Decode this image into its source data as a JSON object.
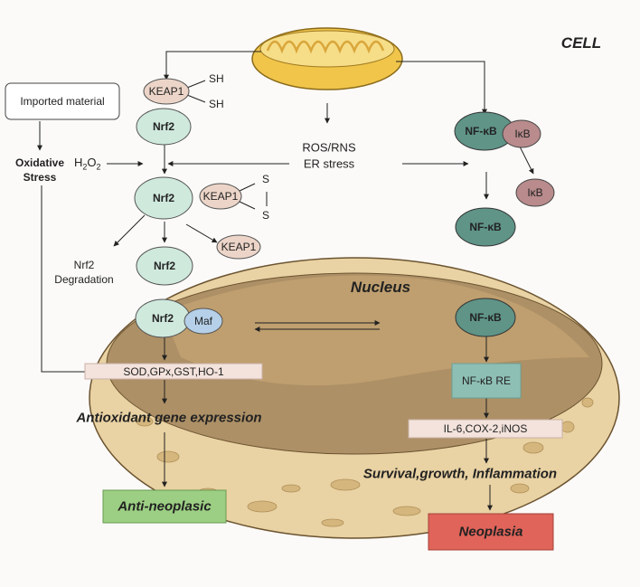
{
  "title": "CELL",
  "nucleus_title": "Nucleus",
  "left": {
    "imported_material": "Imported material",
    "oxidative_stress": "Oxidative Stress",
    "h2o2_base": "H",
    "h2o2_sub1": "2",
    "h2o2_mid": "O",
    "h2o2_sub2": "2",
    "keap1": "KEAP1",
    "sh_1": "SH",
    "sh_2": "SH",
    "s_1": "S",
    "s_2": "S",
    "nrf2": "Nrf2",
    "nrf2_degradation": "Nrf2 Degradation",
    "maf": "Maf",
    "target_genes": "SOD,GPx,GST,HO-1",
    "antioxidant_gene_expression": "Antioxidant gene expression",
    "anti_neoplasic": "Anti-neoplasic"
  },
  "center": {
    "ros_rns": "ROS/RNS",
    "er_stress": "ER stress"
  },
  "right": {
    "nfkb": "NF-κB",
    "ikb": "IκB",
    "nfkb_re": "NF-κB RE",
    "target_genes": "IL-6,COX-2,iNOS",
    "survival": "Survival,growth, Inflammation",
    "neoplasia": "Neoplasia"
  },
  "colors": {
    "nrf2_fill": "#cfe9dd",
    "keap1_fill": "#ecd5c8",
    "nfkb_fill": "#5f9487",
    "ikb_fill": "#b98b8c",
    "maf_fill": "#b5d0e8",
    "nucleus_outer": "#e9d2a3",
    "nucleus_inner": "#ad9066",
    "anti_neoplasic_fill": "#9ccf83",
    "neoplasia_fill": "#e0645a"
  }
}
